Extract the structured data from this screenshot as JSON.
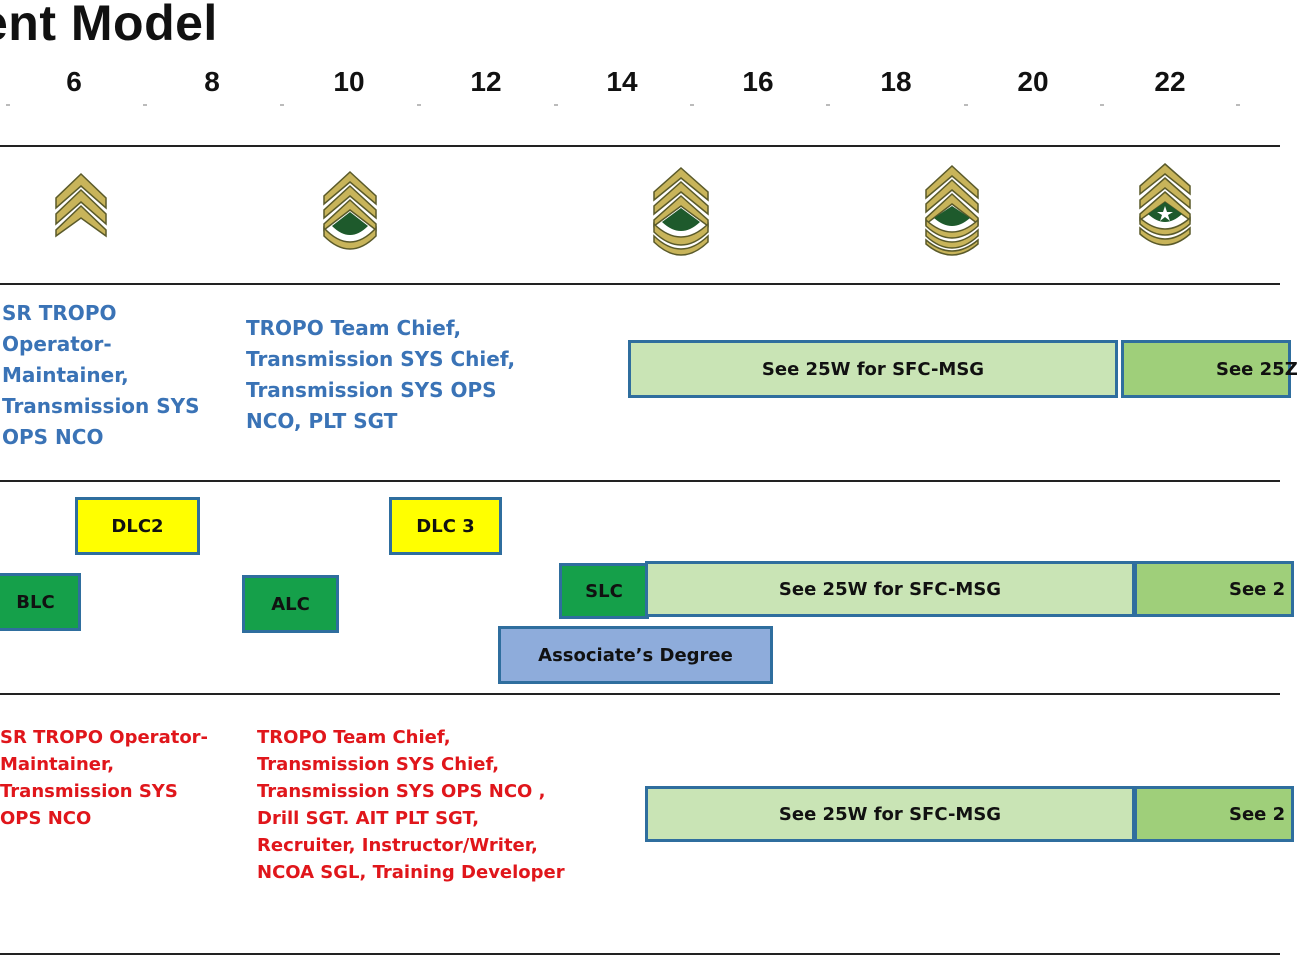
{
  "title": "ent Model",
  "years": [
    "6",
    "8",
    "10",
    "12",
    "14",
    "16",
    "18",
    "20",
    "22"
  ],
  "ranks": {
    "sgt": "sergeant-chevron-icon",
    "ssg": "staff-sergeant-chevron-icon",
    "sfc": "sergeant-first-class-chevron-icon",
    "msg": "master-sergeant-chevron-icon",
    "sgm": "sergeant-major-chevron-icon"
  },
  "assignments": {
    "col1": [
      "SR TROPO",
      "Operator-",
      "Maintainer,",
      "Transmission SYS",
      "OPS NCO"
    ],
    "col2": [
      "TROPO Team Chief,",
      "Transmission SYS Chief,",
      "Transmission SYS OPS",
      "NCO, PLT SGT"
    ],
    "bar1": "See 25W for SFC-MSG",
    "bar2": "See 25Z"
  },
  "education": {
    "dlc2": "DLC2",
    "dlc3": "DLC 3",
    "blc": "BLC",
    "alc": "ALC",
    "slc": "SLC",
    "bar1": "See 25W for SFC-MSG",
    "bar2": "See 2",
    "degree": "Associate’s Degree"
  },
  "operational": {
    "col1": [
      "SR TROPO Operator-",
      "Maintainer,",
      "Transmission SYS",
      "OPS NCO"
    ],
    "col2": [
      "TROPO Team Chief,",
      "Transmission SYS Chief,",
      "Transmission SYS OPS NCO ,",
      "Drill SGT. AIT PLT SGT,",
      "Recruiter, Instructor/Writer,",
      "NCOA SGL, Training Developer"
    ],
    "bar1": "See 25W for SFC-MSG",
    "bar2": "See 2"
  },
  "colors": {
    "title": "#111111",
    "blue_text": "#3a73b6",
    "red_text": "#e0161b",
    "light_green": "#c9e4b5",
    "mid_green": "#9fcf7a",
    "green": "#15a04a",
    "yellow": "#ffff00",
    "blue_box": "#8eacdb",
    "border": "#2f6e9e",
    "insignia": "#c8b45a"
  }
}
